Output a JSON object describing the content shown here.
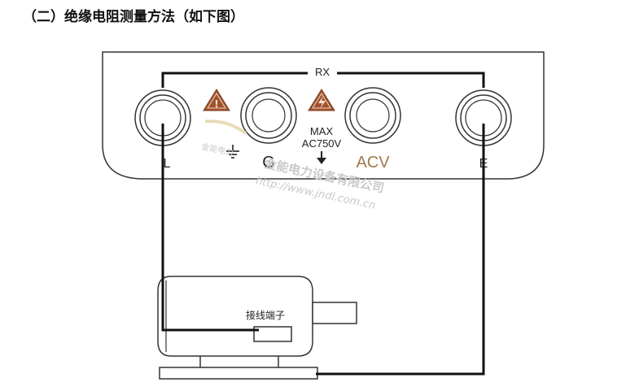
{
  "heading": "（二）绝缘电阻测量方法（如下图）",
  "meter": {
    "rx_label": "RX",
    "terminal_l": "L",
    "terminal_g": "G",
    "max_label": "MAX",
    "ac_label": "AC750V",
    "terminal_acv": "ACV",
    "terminal_e": "E"
  },
  "motor": {
    "terminal_label": "接线端子"
  },
  "watermark": {
    "company": "金能电力设备有限公司",
    "logo_text": "金能电力",
    "url": "http://www.jndl.com.cn"
  },
  "colors": {
    "warning_triangle": "#a0522d",
    "acv_label": "#a0794a",
    "wire": "#111111"
  }
}
